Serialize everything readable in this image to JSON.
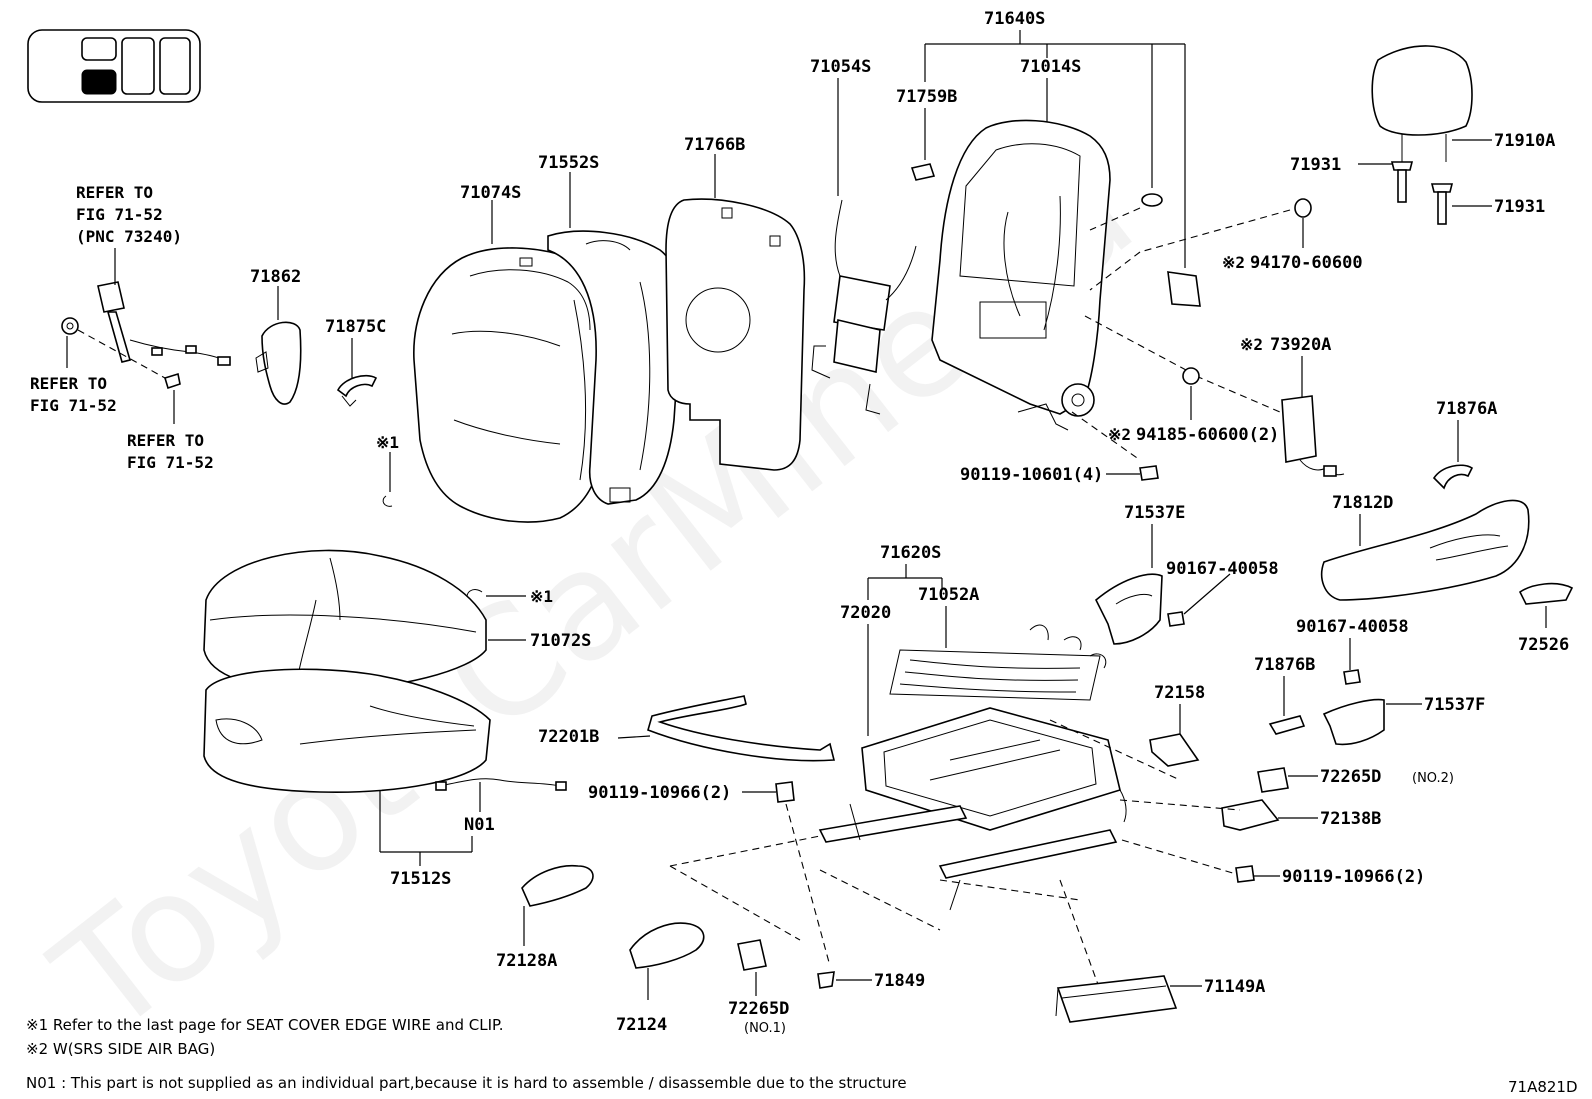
{
  "watermark": "ToyotaCarMine.ru",
  "figure_id": "71A821D",
  "parts": {
    "p71640S": "71640S",
    "p71054S": "71054S",
    "p71014S": "71014S",
    "p71759B": "71759B",
    "p71910A": "71910A",
    "p71931a": "71931",
    "p71931b": "71931",
    "p94170": "94170-60600",
    "p73920A": "73920A",
    "p94185": "94185-60600(2)",
    "p90119_10601": "90119-10601(4)",
    "p71876A": "71876A",
    "p71812D": "71812D",
    "p72526": "72526",
    "p71766B": "71766B",
    "p71552S": "71552S",
    "p71074S": "71074S",
    "p71862": "71862",
    "p71875C": "71875C",
    "p71537E": "71537E",
    "p90167a": "90167-40058",
    "p90167b": "90167-40058",
    "p71620S": "71620S",
    "p72020": "72020",
    "p71052A": "71052A",
    "p72158": "72158",
    "p71876B": "71876B",
    "p71537F": "71537F",
    "p72265D2": "72265D",
    "p72265D2_note": "(NO.2)",
    "p72138B": "72138B",
    "p90119_10966b": "90119-10966(2)",
    "p71072S": "71072S",
    "p72201B": "72201B",
    "p90119_10966a": "90119-10966(2)",
    "pN01": "N01",
    "p71512S": "71512S",
    "p72128A": "72128A",
    "p72124": "72124",
    "p72265D1": "72265D",
    "p72265D1_note": "(NO.1)",
    "p71849": "71849",
    "p71149A": "71149A"
  },
  "refs": {
    "r1_l1": "REFER TO",
    "r1_l2": "FIG 71-52",
    "r1_l3": "(PNC 73240)",
    "r2_l1": "REFER TO",
    "r2_l2": "FIG 71-52",
    "r3_l1": "REFER TO",
    "r3_l2": "FIG 71-52"
  },
  "marks": {
    "m_star1_a": "※1",
    "m_star1_b": "※1",
    "m_star2_a": "※2",
    "m_star2_b": "※2",
    "m_star2_c": "※2"
  },
  "footnotes": {
    "f1": "※1 Refer to the last page for SEAT COVER EDGE WIRE and CLIP.",
    "f2": "※2 W(SRS SIDE AIR BAG)",
    "f3": "N01 : This part is not supplied as an individual part,because it is hard to assemble / disassemble due to the structure"
  }
}
